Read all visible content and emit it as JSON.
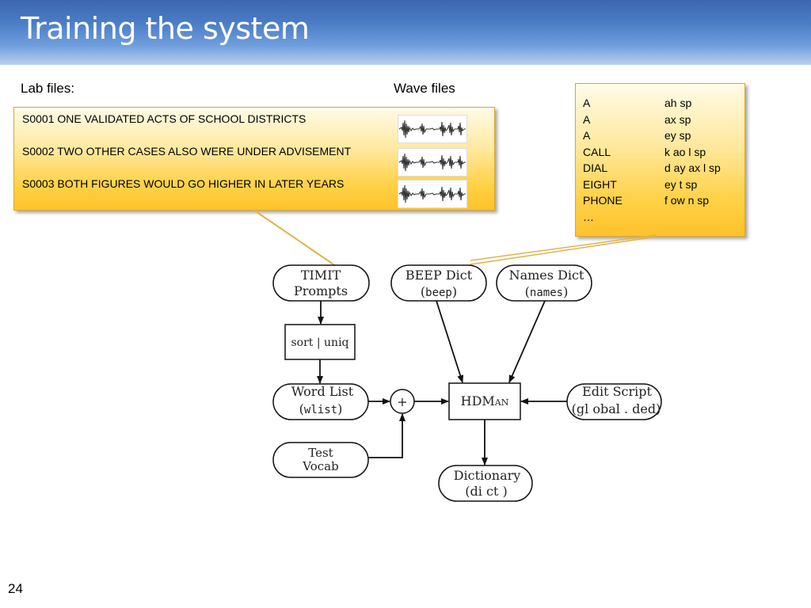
{
  "title": "Training the system",
  "lab_label": "Lab files:",
  "wave_label": "Wave files",
  "lab_lines": [
    "S0001 ONE VALIDATED ACTS OF SCHOOL DISTRICTS",
    "S0002 TWO OTHER CASES ALSO WERE UNDER ADVISEMENT",
    "S0003 BOTH FIGURES WOULD GO HIGHER IN LATER YEARS"
  ],
  "dictionary_entries": [
    {
      "word": "A",
      "pron": "ah sp"
    },
    {
      "word": "A",
      "pron": "ax sp"
    },
    {
      "word": "A",
      "pron": "ey sp"
    },
    {
      "word": "CALL",
      "pron": "k ao l sp"
    },
    {
      "word": "DIAL",
      "pron": "d ay ax l sp"
    },
    {
      "word": "EIGHT",
      "pron": "ey t sp"
    },
    {
      "word": "PHONE",
      "pron": "f ow n sp"
    },
    {
      "word": "…",
      "pron": ""
    }
  ],
  "diagram": {
    "timit_line1": "TIMIT",
    "timit_line2": "Prompts",
    "beep_line1": "BEEP Dict",
    "beep_paren_open": "(",
    "beep_name": "beep",
    "beep_paren_close": ")",
    "names_line1": "Names Dict",
    "names_paren_open": "(",
    "names_name": "names",
    "names_paren_close": ")",
    "sort_label": "sort | uniq",
    "wordlist_line1": "Word List",
    "wordlist_paren_open": "(",
    "wordlist_name": "wlist",
    "wordlist_paren_close": ")",
    "plus_symbol": "+",
    "hdman_main": "HDM",
    "hdman_small": "AN",
    "edit_line1": "Edit Script",
    "edit_line2": "(gl obal . ded)",
    "test_line1": "Test",
    "test_line2": "Vocab",
    "dict_line1": "Dictionary",
    "dict_line2": "(di ct )"
  },
  "page_number": "24"
}
